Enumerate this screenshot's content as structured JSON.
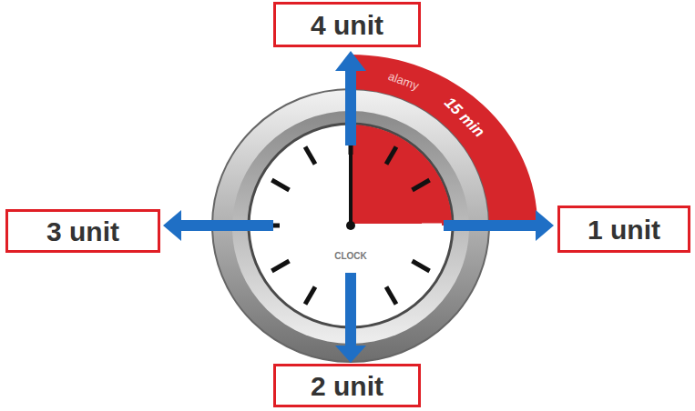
{
  "diagram": {
    "nodes": [
      {
        "text": [
          "4 unit"
        ]
      },
      {
        "text": [
          "3 unit"
        ]
      },
      {
        "text": [
          "1 unit"
        ]
      },
      {
        "text": [
          "2 unit"
        ]
      }
    ],
    "labels": [
      "15 min",
      "CLOCK",
      "alamy"
    ]
  }
}
